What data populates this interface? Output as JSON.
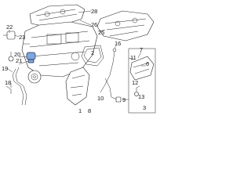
{
  "callouts": [
    {
      "key": "28",
      "label": "28"
    },
    {
      "key": "26",
      "label": "26"
    },
    {
      "key": "22",
      "label": "22"
    },
    {
      "key": "23",
      "label": "23"
    },
    {
      "key": "2",
      "label": "2"
    },
    {
      "key": "20",
      "label": "20"
    },
    {
      "key": "21",
      "label": "21"
    },
    {
      "key": "25",
      "label": "25"
    },
    {
      "key": "19",
      "label": "19"
    },
    {
      "key": "18",
      "label": "18"
    },
    {
      "key": "16",
      "label": "16"
    },
    {
      "key": "1",
      "label": "1"
    },
    {
      "key": "8",
      "label": "8"
    },
    {
      "key": "10",
      "label": "10"
    },
    {
      "key": "9",
      "label": "9"
    },
    {
      "key": "11",
      "label": "11"
    },
    {
      "key": "12",
      "label": "12"
    },
    {
      "key": "13",
      "label": "13"
    },
    {
      "key": "6",
      "label": "6"
    },
    {
      "key": "3",
      "label": "3"
    },
    {
      "key": "7",
      "label": "7"
    }
  ],
  "colors": {
    "highlight": "#7fa7df",
    "line": "#222222",
    "background": "#ffffff"
  },
  "highlighted_part": "20"
}
